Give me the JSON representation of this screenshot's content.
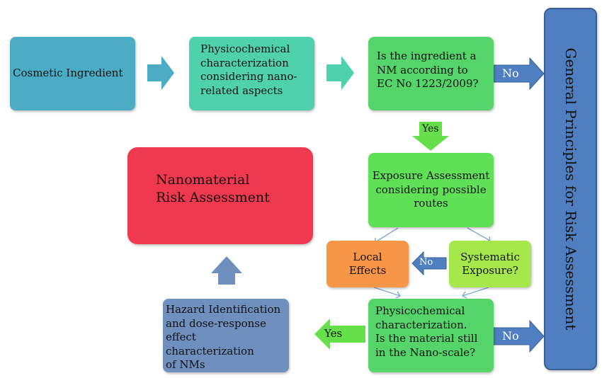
{
  "nodes": {
    "cosmetic": "Cosmetic Ingredient",
    "physchem1": "Physicochemical\ncharacterization\nconsidering nano-\nrelated aspects",
    "is_nm": "Is the ingredient a\nNM according to\nEC No 1223/2009?",
    "exposure": "Exposure Assessment\nconsidering possible\nroutes",
    "local": "Local\nEffects",
    "systematic": "Systematic\nExposure?",
    "physchem2": "Physicochemical\ncharacterization.\nIs the material still\nin the Nano-scale?",
    "hazard": "Hazard Identification\nand dose-response\neffect characterization\nof NMs",
    "risk": "Nanomaterial\nRisk Assessment",
    "general": "General Principles for Risk Assessment"
  },
  "labels": {
    "no1": "No",
    "yes1": "Yes",
    "no2": "No",
    "yes2": "Yes",
    "no3": "No"
  },
  "colors": {
    "cosmetic": "#4bacc6",
    "physchem1": "#4fd1ad",
    "green": "#55d46a",
    "exposure": "#5fe056",
    "local": "#f79646",
    "systematic": "#a6e84c",
    "hazard": "#6f8fbf",
    "risk": "#f0394f",
    "general": "#4f7fc0",
    "blue_arrow": "#4f7fc0"
  }
}
